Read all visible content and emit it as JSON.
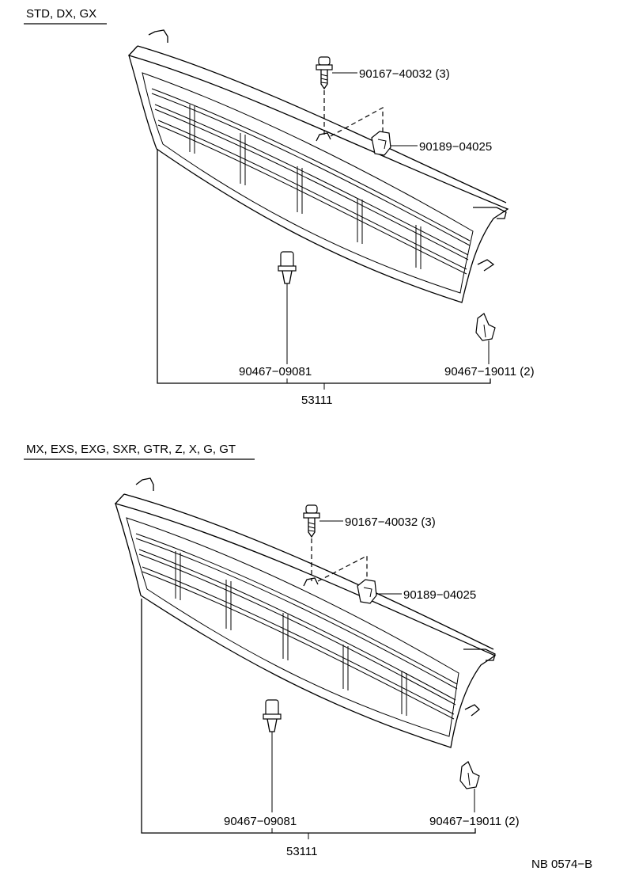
{
  "sections": [
    {
      "variant_label": "STD, DX, GX",
      "parts": {
        "screw": "90167−40032 (3)",
        "nut": "90189−04025",
        "clip_left": "90467−09081",
        "clip_right": "90467−19011 (2)",
        "grille": "53111"
      }
    },
    {
      "variant_label": "MX, EXS, EXG, SXR, GTR, Z, X, G, GT",
      "parts": {
        "screw": "90167−40032 (3)",
        "nut": "90189−04025",
        "clip_left": "90467−09081",
        "clip_right": "90467−19011 (2)",
        "grille": "53111"
      }
    }
  ],
  "drawing_number": "NB 0574−B"
}
